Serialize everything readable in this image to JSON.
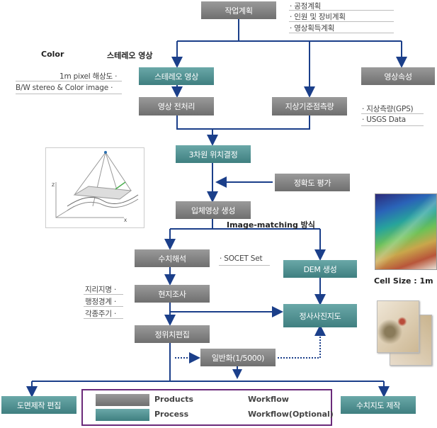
{
  "boxes": {
    "work_plan": "작업계획",
    "stereo_image": "스테레오 영상",
    "image_attribute": "영상속성",
    "preprocessing": "영상 전처리",
    "ground_control": "지상기준점측량",
    "location_3d": "3차원 위치결정",
    "accuracy_eval": "정확도 평가",
    "stereo_gen": "입체영상 생성",
    "numeric_analysis": "수치해석",
    "dem_gen": "DEM 생성",
    "field_survey": "현지조사",
    "orthophoto": "정사사진지도",
    "position_edit": "정위치편집",
    "generalization": "일반화(1/5000)",
    "map_edit": "도면제작 편집",
    "digital_map": "수치지도 제작"
  },
  "notes": {
    "plan_1": "공정계획",
    "plan_2": "인원 및 장비계획",
    "plan_3": "영상획득계획",
    "color_label": "Color",
    "stereo_label": "스테레오 영상",
    "pixel_res": "1m pixel 해상도",
    "bw_stereo": "B/W stereo & Color image",
    "gps": "지상측량(GPS)",
    "usgs": "USGS Data",
    "matching": "Image-matching 방식",
    "socet": "SOCET Set",
    "geo_name": "지리지명",
    "admin_boundary": "행정경계",
    "notes_misc": "각종주기",
    "cell_size": "Cell Size : 1m"
  },
  "legend": {
    "products": "Products",
    "process": "Process",
    "workflow": "Workflow",
    "workflow_optional": "Workflow(Optional)"
  },
  "colors": {
    "product_gray": "#808080",
    "process_teal": "#4f9090",
    "arrow_navy": "#1b3f8a",
    "legend_border": "#6b2a7a"
  }
}
